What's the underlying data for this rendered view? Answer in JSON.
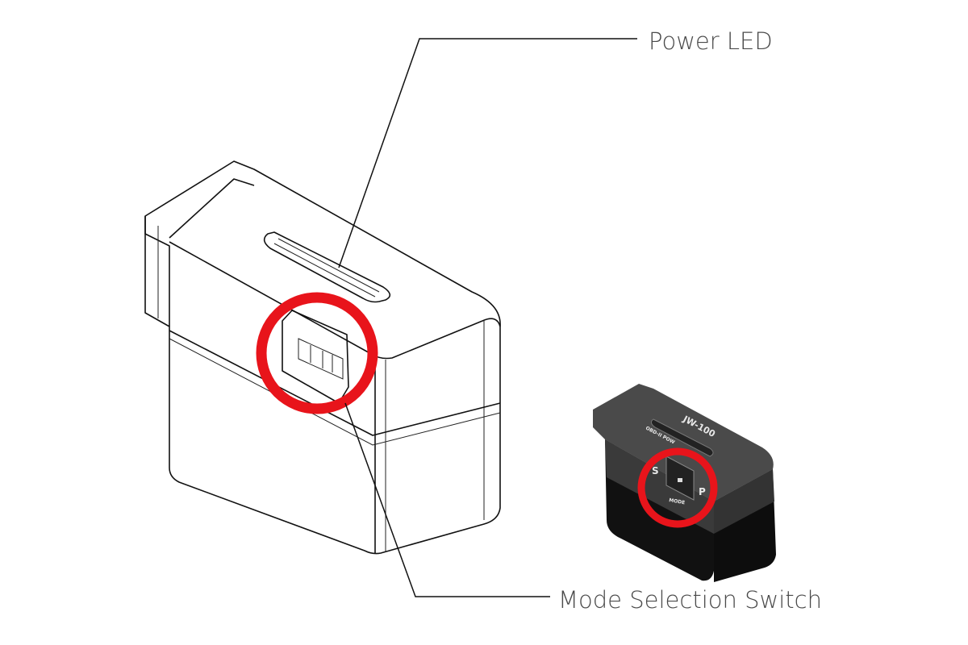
{
  "callouts": {
    "power_led": "Power LED",
    "mode_switch": "Mode Selection Switch"
  },
  "device_photo": {
    "model": "JW-100",
    "subtitle": "OBD-II POW",
    "left_mark": "S",
    "right_mark": "P",
    "switch_label": "MODE"
  },
  "colors": {
    "highlight": "#e8141b",
    "label": "#4a4a4a",
    "device_body": "#3a3a3a"
  }
}
